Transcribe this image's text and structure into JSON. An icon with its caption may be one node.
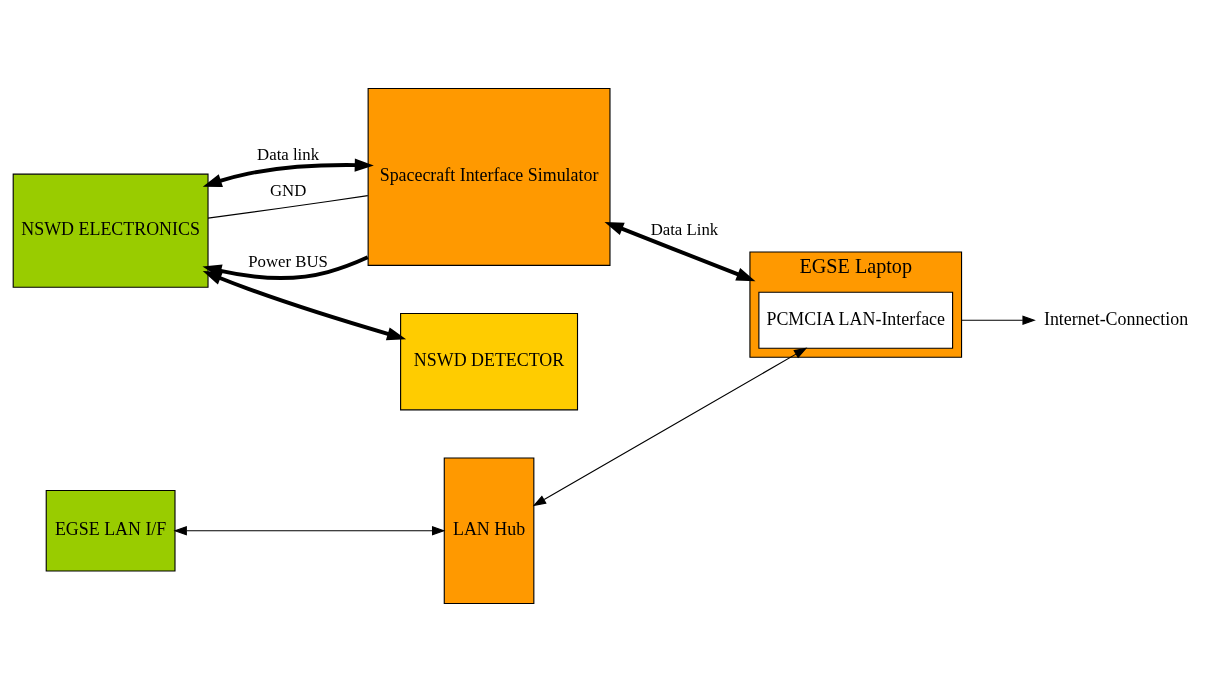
{
  "diagram": {
    "nodes": [
      {
        "text": [
          "NSWD ELECTRONICS"
        ]
      },
      {
        "text": [
          "Spacecraft Interface Simulator"
        ]
      },
      {
        "text": [
          "NSWD DETECTOR"
        ]
      },
      {
        "text": [
          "EGSE LAN I/F"
        ]
      },
      {
        "text": [
          "LAN Hub"
        ]
      },
      {
        "text": [
          "EGSE Laptop"
        ]
      },
      {
        "text": [
          "PCMCIA LAN-Interface"
        ],
        "in": 5
      },
      {
        "text": [
          "Internet-Connection"
        ]
      }
    ],
    "edges": [
      {
        "from": 0,
        "to": 1,
        "arrow": "both",
        "label": "Data link",
        "style": "thick"
      },
      {
        "from": 1,
        "to": 0,
        "arrow": "to",
        "label": "Power BUS",
        "style": "thick"
      },
      {
        "from": 0,
        "to": 1,
        "arrow": "none",
        "label": "GND"
      },
      {
        "from": 1,
        "to": 5,
        "arrow": "both",
        "label": "Data Link",
        "style": "thick"
      },
      {
        "from": 0,
        "to": 2,
        "arrow": "both",
        "style": "thick"
      },
      {
        "from": 3,
        "to": 4,
        "arrow": "both"
      },
      {
        "from": 4,
        "to": 6,
        "arrow": "both"
      },
      {
        "from": 5,
        "to": 7,
        "arrow": "to"
      }
    ]
  }
}
